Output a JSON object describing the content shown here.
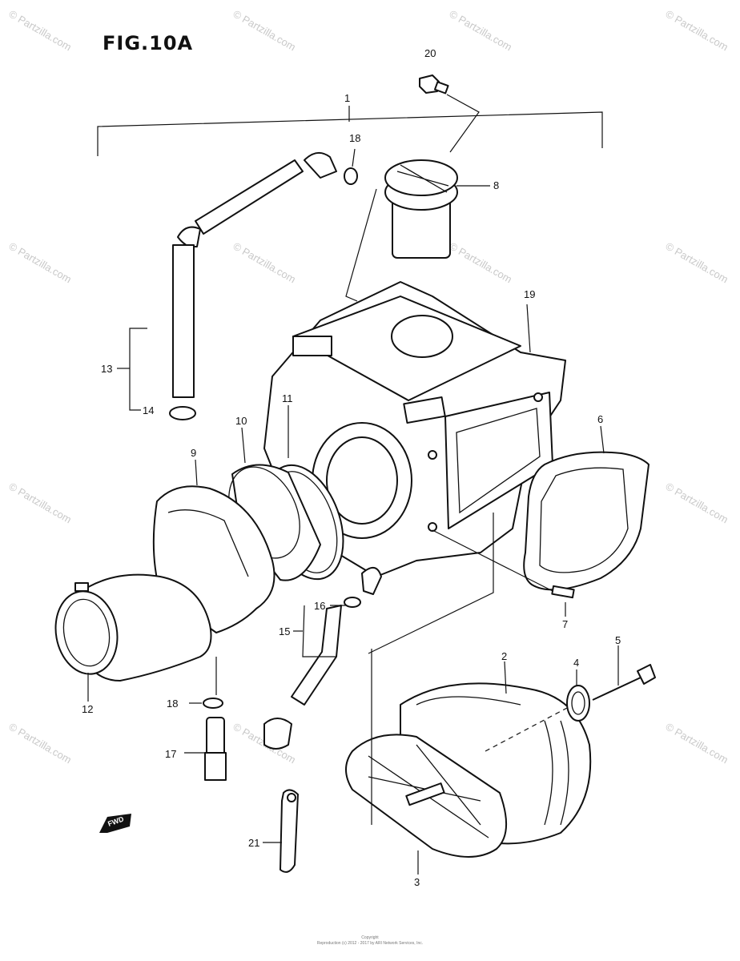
{
  "figure": {
    "title": "FIG.10A",
    "fwd_label": "FWD",
    "watermark": "© Partzilla.com",
    "footer_line1": "Copyright",
    "footer_line2": "Reproduction (c) 2012 - 2017 by ARI Network Services, Inc."
  },
  "callouts": [
    "1",
    "2",
    "3",
    "4",
    "5",
    "6",
    "7",
    "8",
    "9",
    "10",
    "11",
    "12",
    "13",
    "14",
    "15",
    "16",
    "17",
    "18",
    "18",
    "19",
    "20",
    "21"
  ]
}
